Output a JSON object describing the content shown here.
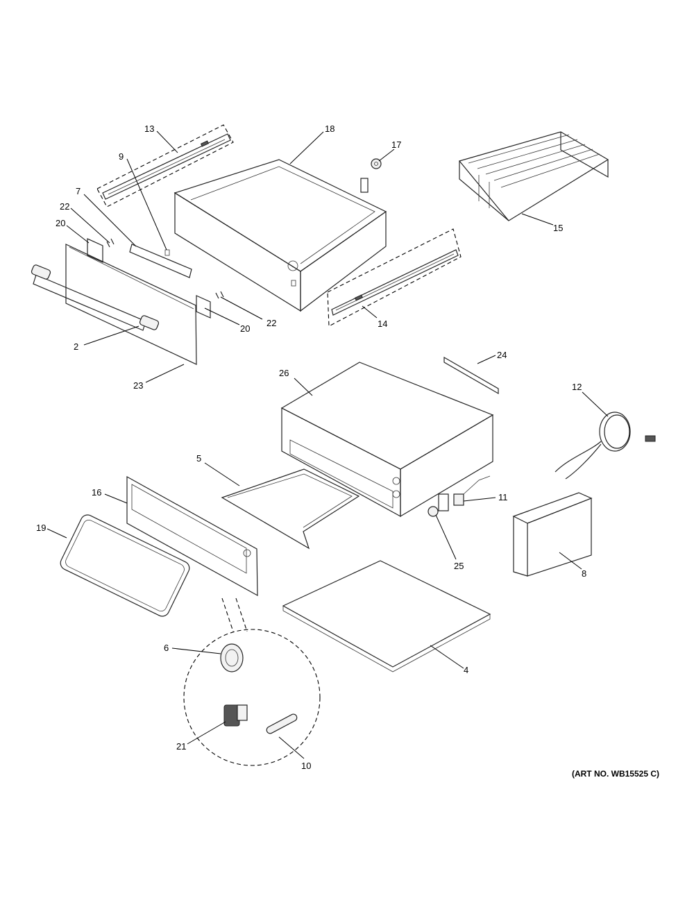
{
  "diagram": {
    "art_number": "(ART NO. WB15525 C)",
    "callouts": [
      {
        "id": "c2",
        "label": "2"
      },
      {
        "id": "c4",
        "label": "4"
      },
      {
        "id": "c5",
        "label": "5"
      },
      {
        "id": "c6",
        "label": "6"
      },
      {
        "id": "c7",
        "label": "7"
      },
      {
        "id": "c8",
        "label": "8"
      },
      {
        "id": "c9",
        "label": "9"
      },
      {
        "id": "c10",
        "label": "10"
      },
      {
        "id": "c11",
        "label": "11"
      },
      {
        "id": "c12",
        "label": "12"
      },
      {
        "id": "c13",
        "label": "13"
      },
      {
        "id": "c14",
        "label": "14"
      },
      {
        "id": "c15",
        "label": "15"
      },
      {
        "id": "c16",
        "label": "16"
      },
      {
        "id": "c17",
        "label": "17"
      },
      {
        "id": "c18",
        "label": "18"
      },
      {
        "id": "c19",
        "label": "19"
      },
      {
        "id": "c20a",
        "label": "20"
      },
      {
        "id": "c20b",
        "label": "20"
      },
      {
        "id": "c21",
        "label": "21"
      },
      {
        "id": "c22a",
        "label": "22"
      },
      {
        "id": "c22b",
        "label": "22"
      },
      {
        "id": "c23",
        "label": "23"
      },
      {
        "id": "c24",
        "label": "24"
      },
      {
        "id": "c25",
        "label": "25"
      },
      {
        "id": "c26",
        "label": "26"
      }
    ]
  }
}
